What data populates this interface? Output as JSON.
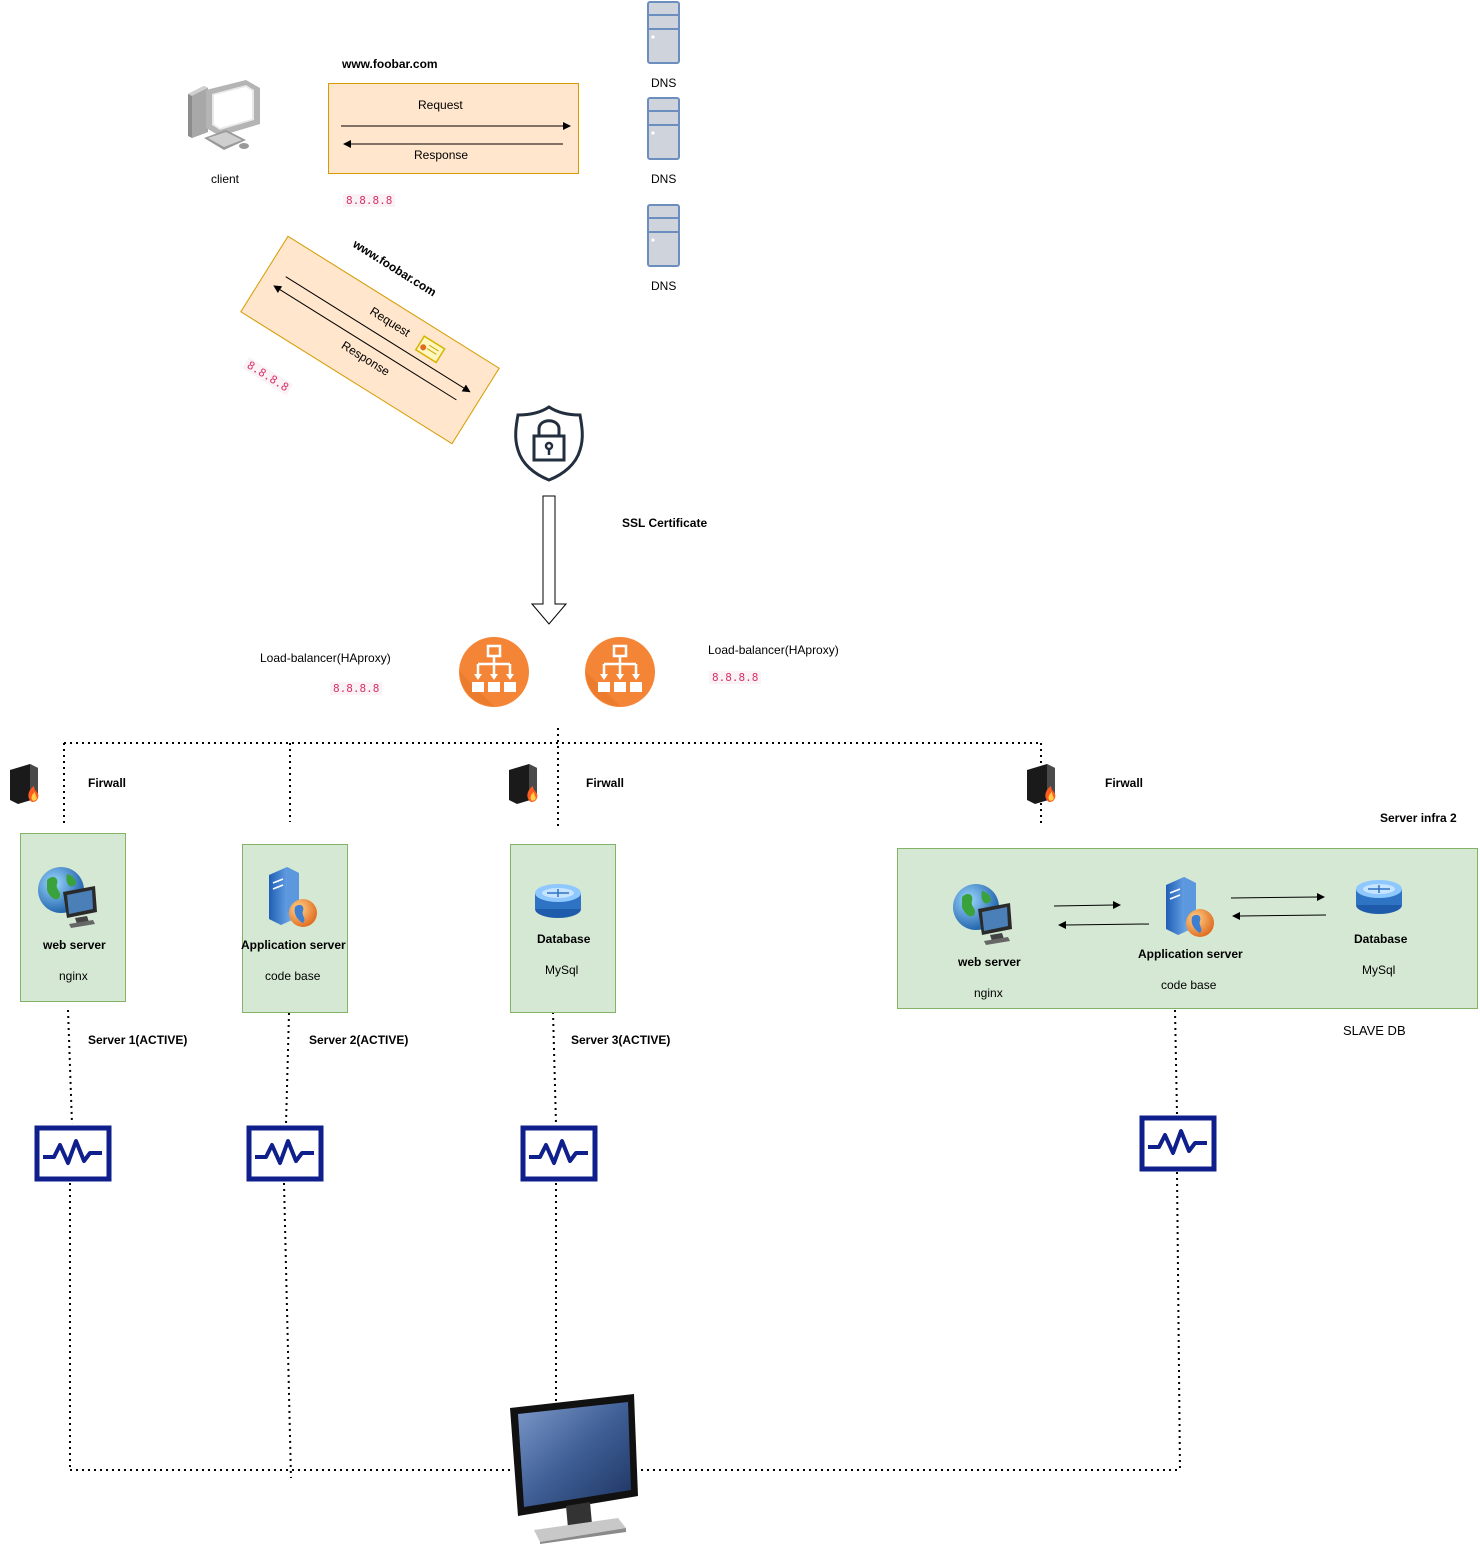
{
  "client": {
    "label": "client"
  },
  "dns": {
    "servers": [
      "DNS",
      "DNS",
      "DNS"
    ]
  },
  "top_request": {
    "domain": "www.foobar.com",
    "request_label": "Request",
    "response_label": "Response",
    "ip": "8.8.8.8"
  },
  "secure_request": {
    "domain": "www.foobar.com",
    "request_label": "Request",
    "response_label": "Response",
    "ip": "8.8.8.8"
  },
  "ssl": {
    "label": "SSL Certificate"
  },
  "load_balancers": [
    {
      "label": "Load-balancer(HAproxy)",
      "ip": "8.8.8.8"
    },
    {
      "label": "Load-balancer(HAproxy)",
      "ip": "8.8.8.8"
    }
  ],
  "firewalls": [
    "Firwall",
    "Firwall",
    "Firwall"
  ],
  "servers": [
    {
      "title": "web server",
      "subtitle": "nginx",
      "status": "Server 1(ACTIVE)"
    },
    {
      "title": "Application server",
      "subtitle": "code base",
      "status": "Server 2(ACTIVE)"
    },
    {
      "title": "Database",
      "subtitle": "MySql",
      "status": "Server 3(ACTIVE)"
    }
  ],
  "infra2": {
    "label": "Server infra 2",
    "web": {
      "title": "web server",
      "subtitle": "nginx"
    },
    "app": {
      "title": "Application server",
      "subtitle": "code base"
    },
    "db": {
      "title": "Database",
      "subtitle": "MySql"
    },
    "note": "SLAVE DB"
  },
  "colors": {
    "orange_fill": "#ffe6cc",
    "orange_border": "#d79b00",
    "green_fill": "#d5e8d4",
    "green_border": "#82b366",
    "lb_orange": "#f58536",
    "monitor_blue": "#0f1f8c",
    "ip_red": "#d6336c"
  }
}
